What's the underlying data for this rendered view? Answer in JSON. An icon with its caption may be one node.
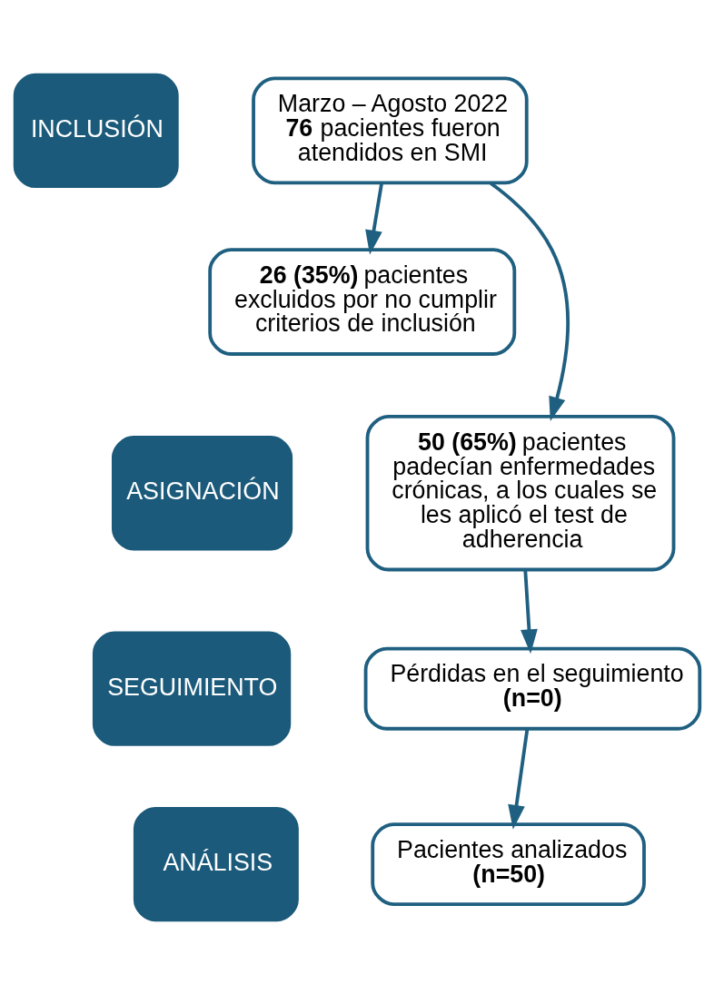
{
  "diagram": {
    "nodes": [
      {
        "text": [
          "INCLUSIÓN"
        ]
      },
      {
        "text": [
          "Marzo – Agosto 2022",
          "**76** pacientes fueron atendidos en SMI"
        ]
      },
      {
        "text": [
          "**26 (35%)** pacientes excluidos por no cumplir criterios de inclusión"
        ]
      },
      {
        "text": [
          "ASIGNACIÓN"
        ]
      },
      {
        "text": [
          "**50 (65%)** pacientes padecían enfermedades crónicas, a los cuales se les aplicó el test de adherencia"
        ]
      },
      {
        "text": [
          "SEGUIMIENTO"
        ]
      },
      {
        "text": [
          "Pérdidas en el seguimiento **(n=0)**"
        ]
      },
      {
        "text": [
          "ANÁLISIS"
        ]
      },
      {
        "text": [
          "Pacientes analizados **(n=50)**"
        ]
      }
    ],
    "edges": [
      {
        "from": 1,
        "to": 2,
        "arrow": "to"
      },
      {
        "from": 1,
        "to": 4,
        "arrow": "to"
      },
      {
        "from": 4,
        "to": 6,
        "arrow": "to"
      },
      {
        "from": 6,
        "to": 8,
        "arrow": "to"
      }
    ]
  }
}
